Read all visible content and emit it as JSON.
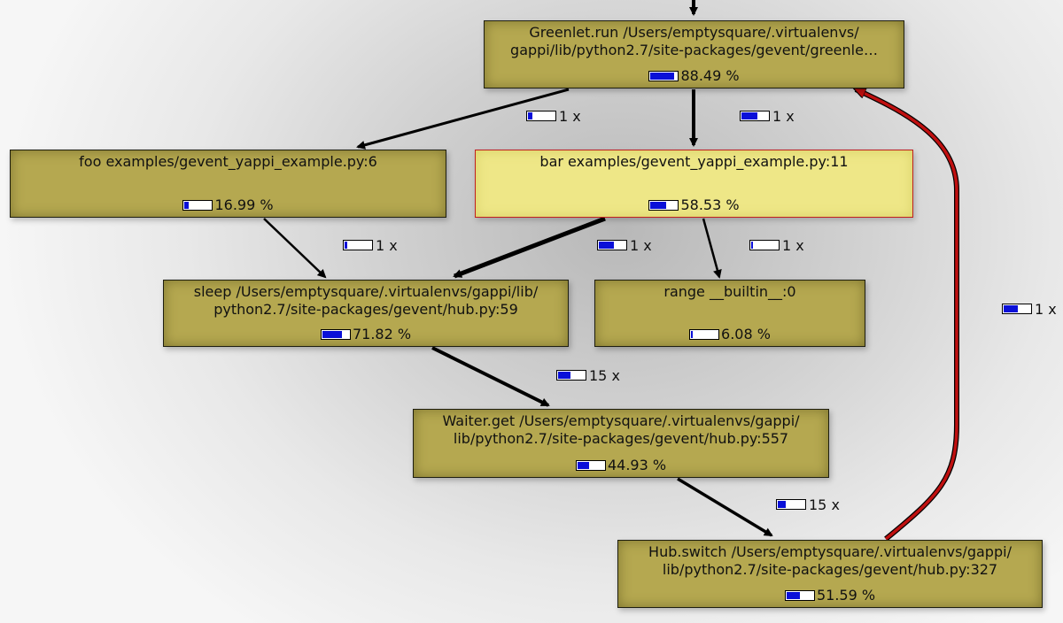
{
  "nodes": [
    {
      "id": "greenlet",
      "title": "Greenlet.run /Users/emptysquare/.virtualenvs/\ngappi/lib/python2.7/site-packages/gevent/greenle…",
      "percent": "88.49 %",
      "fraction": 0.8849,
      "highlight": false
    },
    {
      "id": "foo",
      "title": "foo examples/gevent_yappi_example.py:6",
      "percent": "16.99 %",
      "fraction": 0.1699,
      "highlight": false
    },
    {
      "id": "bar",
      "title": "bar examples/gevent_yappi_example.py:11",
      "percent": "58.53 %",
      "fraction": 0.5853,
      "highlight": true
    },
    {
      "id": "sleep",
      "title": "sleep /Users/emptysquare/.virtualenvs/gappi/lib/\npython2.7/site-packages/gevent/hub.py:59",
      "percent": "71.82 %",
      "fraction": 0.7182,
      "highlight": false
    },
    {
      "id": "range",
      "title": "range __builtin__:0",
      "percent": "6.08 %",
      "fraction": 0.0608,
      "highlight": false
    },
    {
      "id": "waiter",
      "title": "Waiter.get /Users/emptysquare/.virtualenvs/gappi/\nlib/python2.7/site-packages/gevent/hub.py:557",
      "percent": "44.93 %",
      "fraction": 0.4493,
      "highlight": false
    },
    {
      "id": "hub",
      "title": "Hub.switch /Users/emptysquare/.virtualenvs/gappi/\nlib/python2.7/site-packages/gevent/hub.py:327",
      "percent": "51.59 %",
      "fraction": 0.5159,
      "highlight": false
    }
  ],
  "edges": [
    {
      "from": "greenlet",
      "to": "foo",
      "label": "1 x",
      "fraction": 0.17,
      "color": "#000000"
    },
    {
      "from": "greenlet",
      "to": "bar",
      "label": "1 x",
      "fraction": 0.59,
      "color": "#000000"
    },
    {
      "from": "foo",
      "to": "sleep",
      "label": "1 x",
      "fraction": 0.1,
      "color": "#000000"
    },
    {
      "from": "bar",
      "to": "sleep",
      "label": "1 x",
      "fraction": 0.55,
      "color": "#000000"
    },
    {
      "from": "bar",
      "to": "range",
      "label": "1 x",
      "fraction": 0.06,
      "color": "#000000"
    },
    {
      "from": "sleep",
      "to": "waiter",
      "label": "15 x",
      "fraction": 0.45,
      "color": "#000000"
    },
    {
      "from": "waiter",
      "to": "hub",
      "label": "15 x",
      "fraction": 0.3,
      "color": "#000000"
    },
    {
      "from": "hub",
      "to": "greenlet",
      "label": "1 x",
      "fraction": 0.52,
      "color": "#c01010"
    }
  ],
  "colors": {
    "node_fill": "#b5a850",
    "highlight_fill": "#eee787",
    "highlight_border": "#c02020",
    "bar_fill": "#0a10d8",
    "back_edge": "#c01010"
  }
}
